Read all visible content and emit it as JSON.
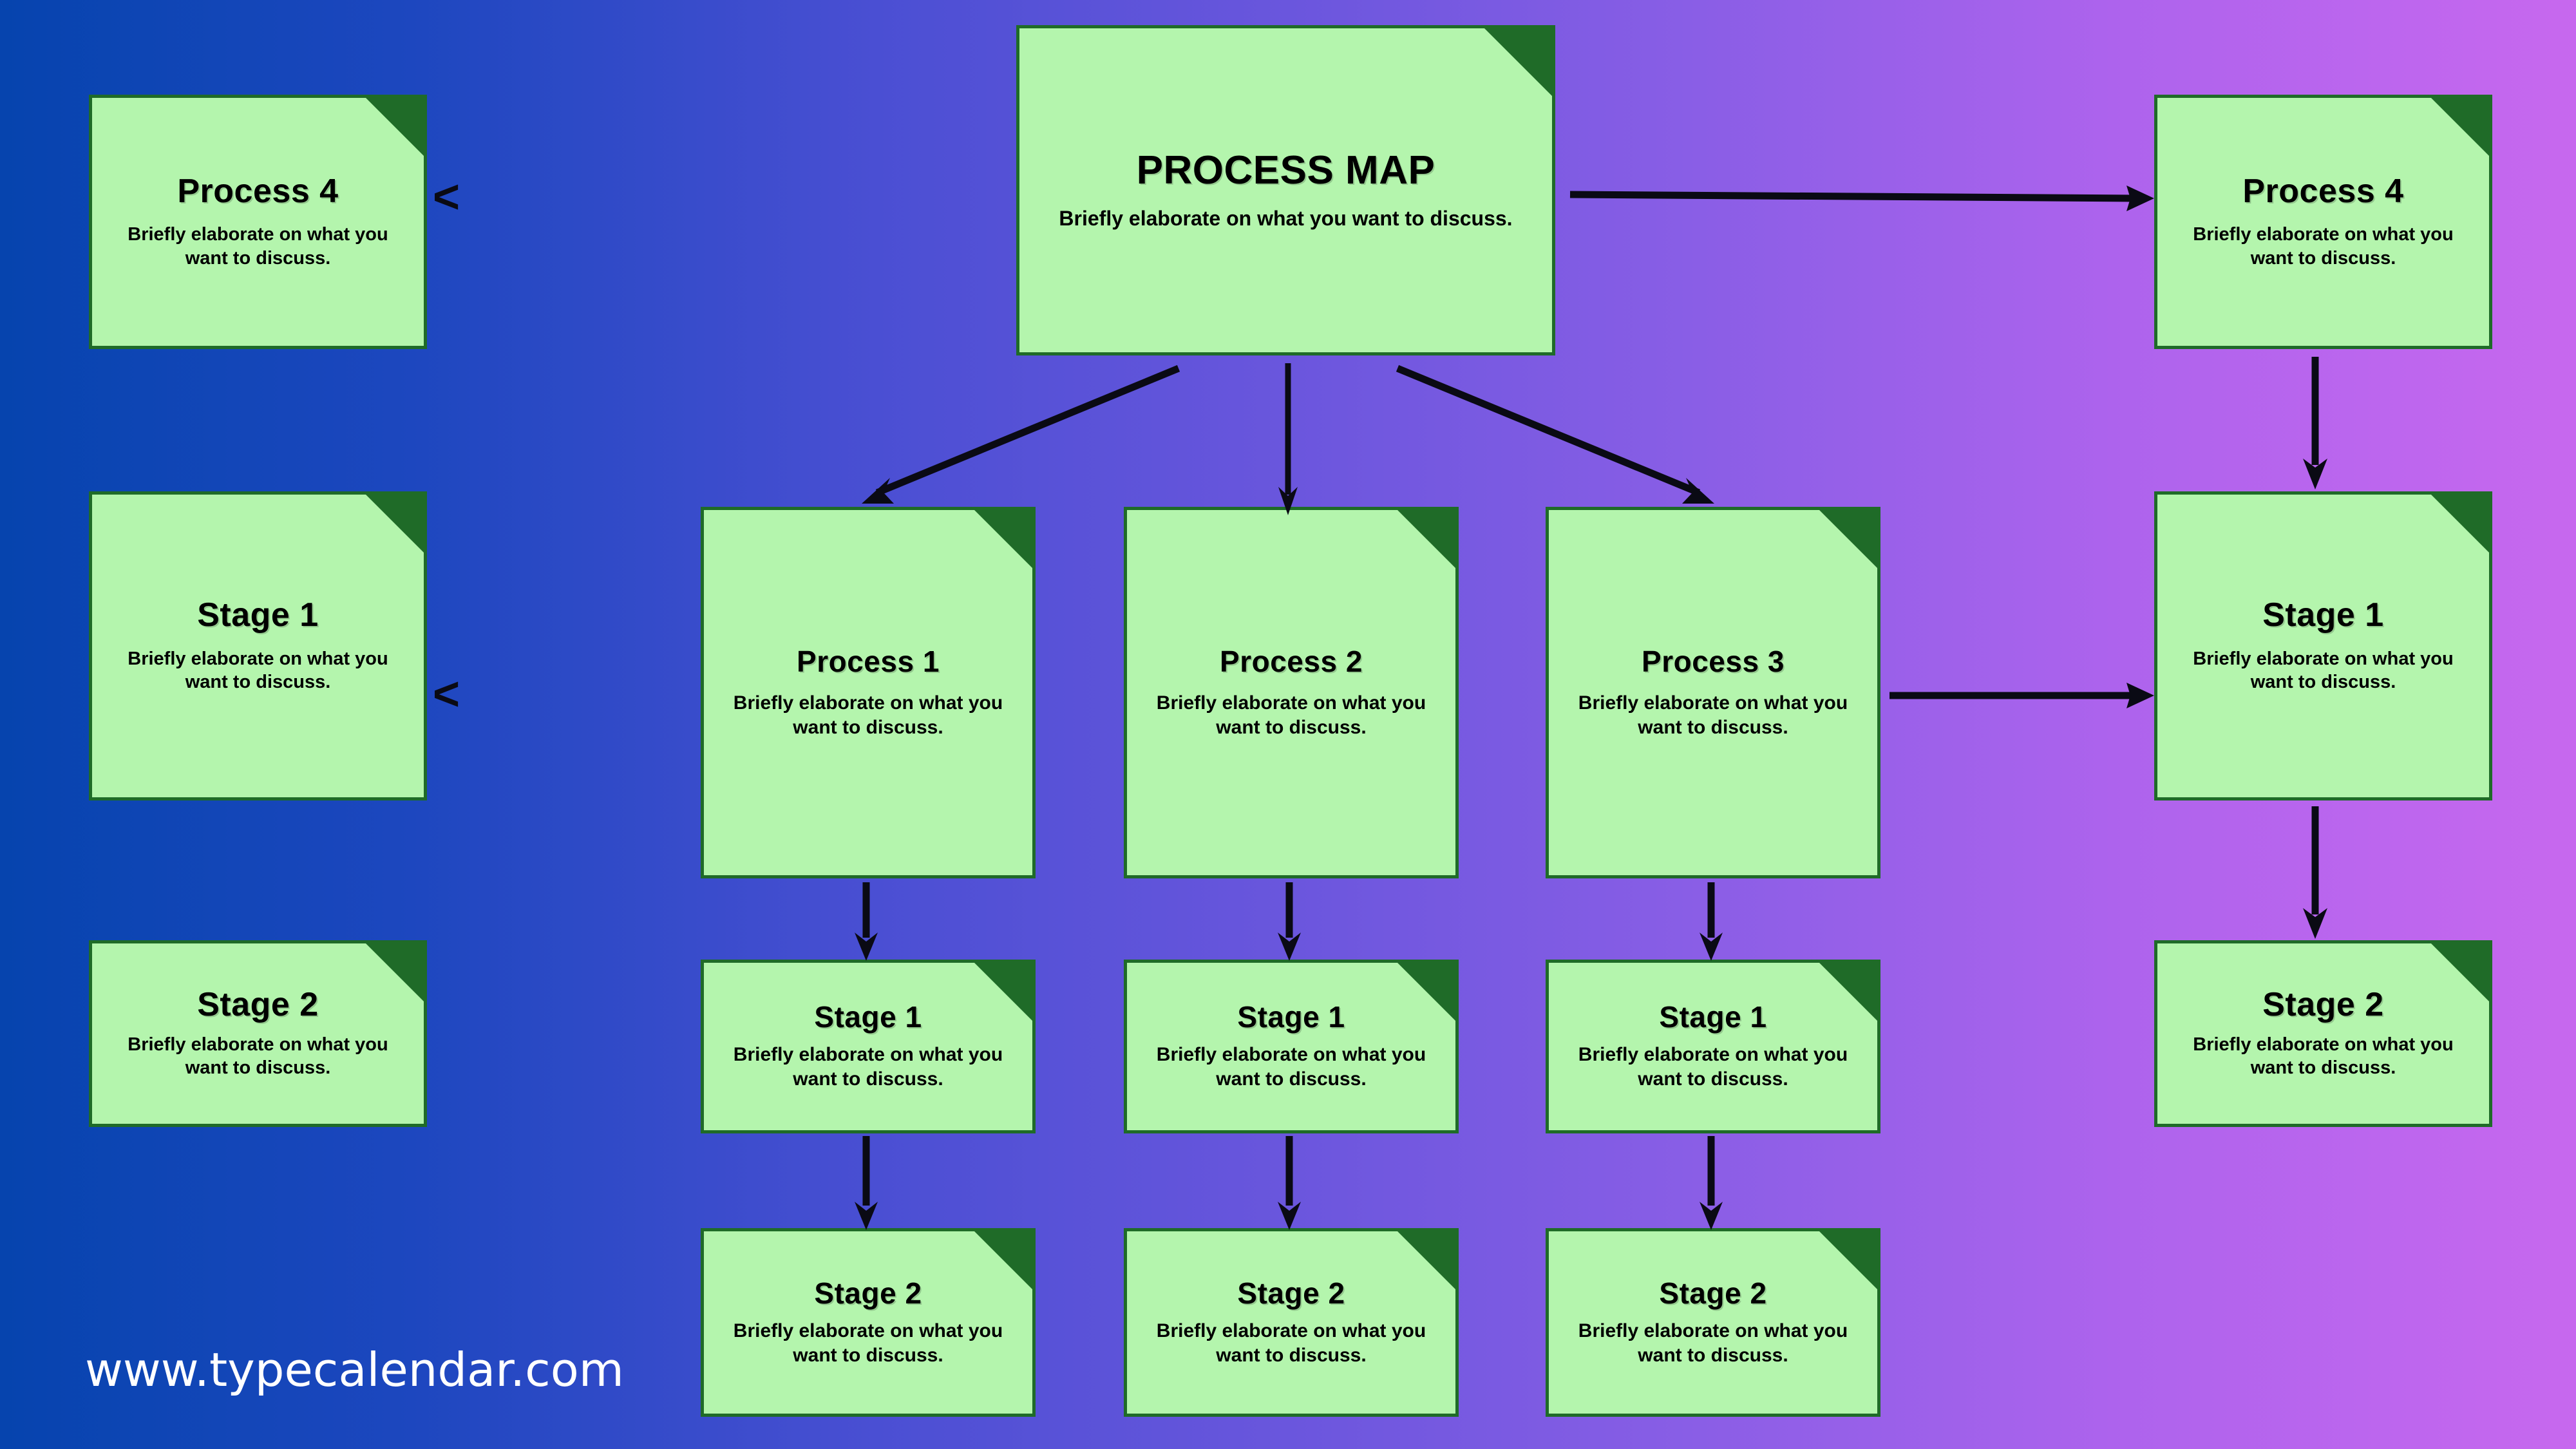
{
  "meta": {
    "title": "Process Map",
    "watermark": "www.typecalendar.com",
    "colors": {
      "bg_left": "#0644ae",
      "bg_right": "#c768ee",
      "card_fill": "#b4f5ad",
      "card_border": "#1f6b28",
      "fold_dark": "#1f6b28",
      "text": "#000000",
      "arrow": "#0a0a14",
      "watermark": "#ffffff"
    }
  },
  "body_text": "Briefly elaborate on what you want to discuss.",
  "root": {
    "title": "PROCESS MAP",
    "body": "Briefly elaborate on what you want to discuss."
  },
  "left_column": [
    {
      "title": "Process 4",
      "body": "Briefly elaborate on what you want to discuss."
    },
    {
      "title": "Stage 1",
      "body": "Briefly elaborate on what you want to discuss."
    },
    {
      "title": "Stage 2",
      "body": "Briefly elaborate on what you want to discuss."
    }
  ],
  "center_columns": [
    {
      "process": {
        "title": "Process 1",
        "body": "Briefly elaborate on what you want to discuss."
      },
      "stage1": {
        "title": "Stage 1",
        "body": "Briefly elaborate on what you want to discuss."
      },
      "stage2": {
        "title": "Stage 2",
        "body": "Briefly elaborate on what you want to discuss."
      }
    },
    {
      "process": {
        "title": "Process 2",
        "body": "Briefly elaborate on what you want to discuss."
      },
      "stage1": {
        "title": "Stage 1",
        "body": "Briefly elaborate on what you want to discuss."
      },
      "stage2": {
        "title": "Stage 2",
        "body": "Briefly elaborate on what you want to discuss."
      }
    },
    {
      "process": {
        "title": "Process 3",
        "body": "Briefly elaborate on what you want to discuss."
      },
      "stage1": {
        "title": "Stage 1",
        "body": "Briefly elaborate on what you want to discuss."
      },
      "stage2": {
        "title": "Stage 2",
        "body": "Briefly elaborate on what you want to discuss."
      }
    }
  ],
  "right_column": [
    {
      "title": "Process 4",
      "body": "Briefly elaborate on what you want to discuss."
    },
    {
      "title": "Stage 1",
      "body": "Briefly elaborate on what you want to discuss."
    },
    {
      "title": "Stage 2",
      "body": "Briefly elaborate on what you want to discuss."
    }
  ],
  "connectors": {
    "root_to_process4": "arrow-right",
    "root_to_process1": "arrow-down-left",
    "root_to_process2": "arrow-down",
    "root_to_process3": "arrow-down-right",
    "process3_to_stage1": "arrow-right",
    "process4r_to_stage1r": "arrow-down",
    "stage1r_to_stage2r": "arrow-down",
    "process_to_stage1": "arrow-down",
    "stage1_to_stage2": "arrow-down",
    "left_marker_1": "chevron-left-icon",
    "left_marker_2": "chevron-left-icon"
  }
}
